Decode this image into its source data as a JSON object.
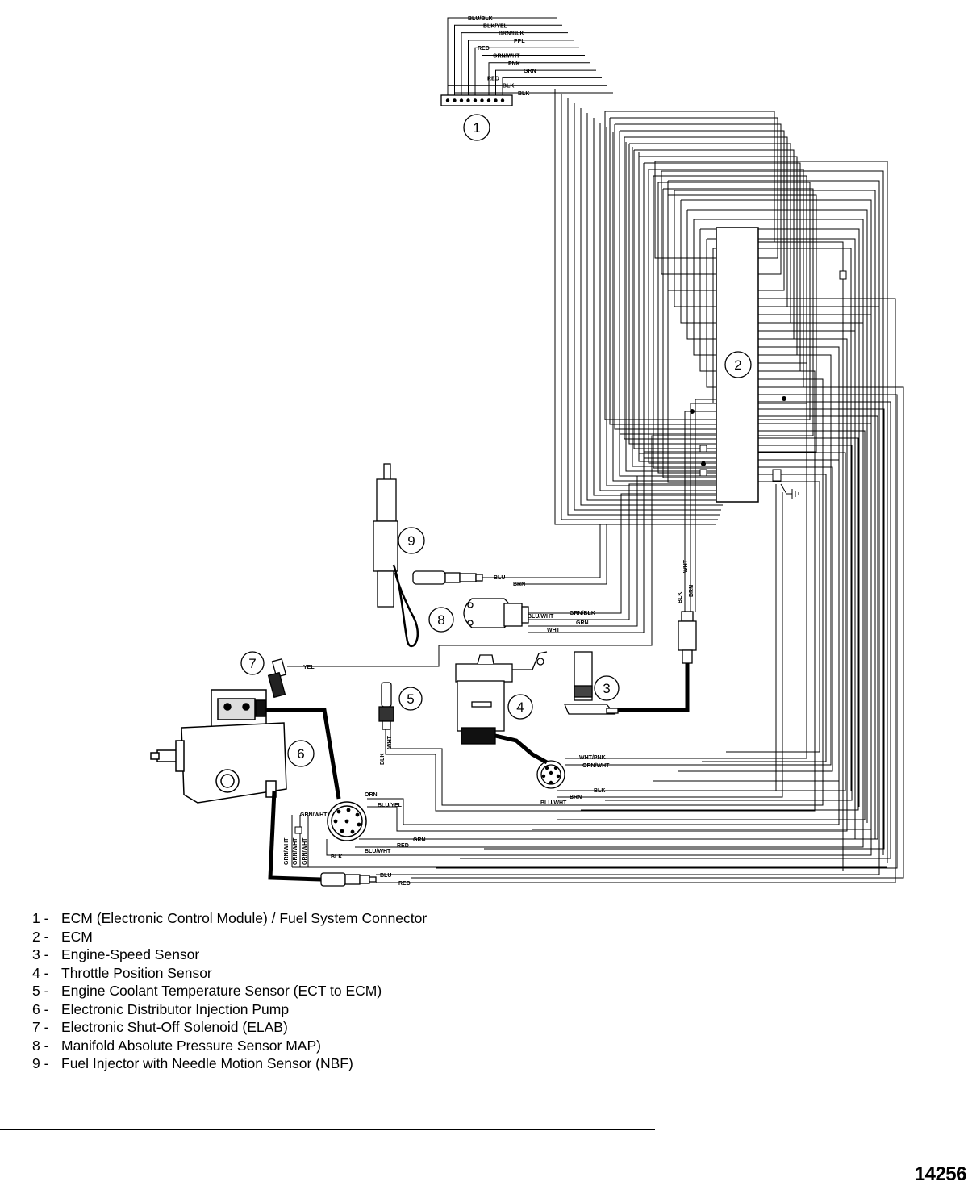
{
  "diagram": {
    "connector_wires": [
      "BLU/BLK",
      "BLK/YEL",
      "BRN/BLK",
      "PPL",
      "RED",
      "GRN/WHT",
      "PNK",
      "GRN",
      "RED",
      "BLK",
      "BLK"
    ],
    "callouts": [
      "1",
      "2",
      "3",
      "4",
      "5",
      "6",
      "7",
      "8",
      "9"
    ],
    "wire_labels": {
      "injector_blu": "BLU",
      "injector_brn": "BRN",
      "map_grn_blk": "GRN/BLK",
      "map_blu_wht": "BLU/WHT",
      "map_grn": "GRN",
      "map_wht": "WHT",
      "solenoid_yel": "YEL",
      "speed_blk": "BLK",
      "speed_wht": "WHT",
      "speed_brn": "BRN",
      "ect_blk": "BLK",
      "ect_wht": "WHT",
      "tps_wht_pnk": "WHT/PNK",
      "tps_orn_wht": "ORN/WHT",
      "tps_blk": "BLK",
      "tps_brn": "BRN",
      "tps_blu_wht": "BLU/WHT",
      "pump_orn": "ORN",
      "pump_blu_yel": "BLU/YEL",
      "pump_grn_wht": "GRN/WHT",
      "pump_grn": "GRN",
      "pump_red": "RED",
      "pump_blu_wht": "BLU/WHT",
      "pump_blk": "BLK",
      "pump_v_grn_wht1": "GRN/WHT",
      "pump_v_grn_wht2": "GRN/WHT",
      "pump_v_grn_wht3": "GRN/WHT",
      "pump_plug_blu": "BLU",
      "pump_plug_red": "RED"
    }
  },
  "legend": [
    {
      "num": "1",
      "text": "ECM (Electronic Control Module) / Fuel System Connector"
    },
    {
      "num": "2",
      "text": "ECM"
    },
    {
      "num": "3",
      "text": "Engine-Speed Sensor"
    },
    {
      "num": "4",
      "text": "Throttle Position Sensor"
    },
    {
      "num": "5",
      "text": "Engine Coolant Temperature Sensor (ECT to ECM)"
    },
    {
      "num": "6",
      "text": "Electronic Distributor Injection Pump"
    },
    {
      "num": "7",
      "text": "Electronic Shut-Off Solenoid (ELAB)"
    },
    {
      "num": "8",
      "text": "Manifold Absolute Pressure Sensor MAP)"
    },
    {
      "num": "9",
      "text": "Fuel Injector with Needle Motion Sensor (NBF)"
    }
  ],
  "figure_number": "14256"
}
